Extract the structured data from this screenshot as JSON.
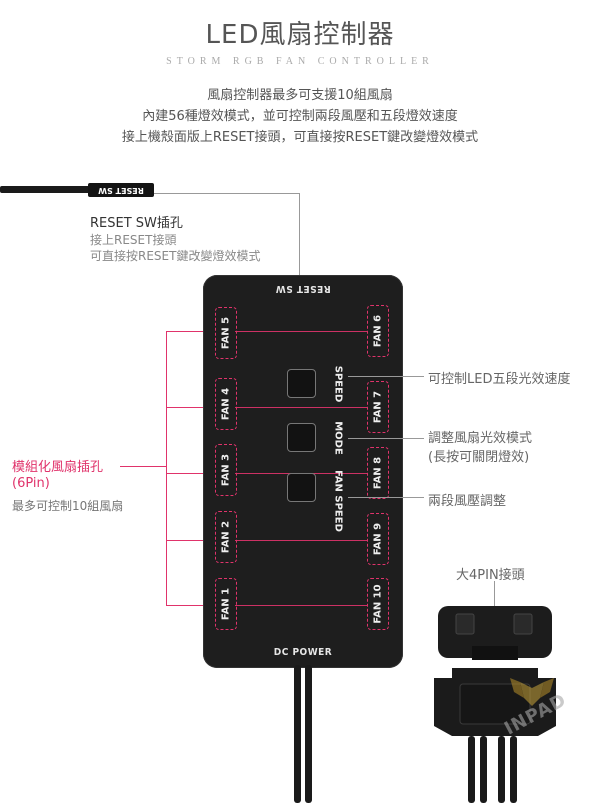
{
  "header": {
    "title": "LED風扇控制器",
    "subtitle": "STORM RGB FAN CONTROLLER",
    "intro": [
      "風扇控制器最多可支援10組風扇",
      "內建56種燈效模式，並可控制兩段風壓和五段燈效速度",
      "接上機殼面版上RESET接頭，可直接按RESET鍵改變燈效模式"
    ]
  },
  "reset_cable": {
    "plug_text": "RESET SW",
    "label": "RESET SW插孔",
    "desc": [
      "接上RESET接頭",
      "可直接按RESET鍵改變燈效模式"
    ]
  },
  "controller": {
    "top_label": "RESET SW",
    "bottom_label": "DC POWER",
    "left_fans": [
      "FAN 5",
      "FAN 4",
      "FAN 3",
      "FAN 2",
      "FAN 1"
    ],
    "right_fans": [
      "FAN 6",
      "FAN 7",
      "FAN 8",
      "FAN 9",
      "FAN 10"
    ],
    "buttons": [
      "SPEED",
      "MODE",
      "FAN SPEED"
    ]
  },
  "fan_header": {
    "label": "模組化風扇插孔",
    "pins": "(6Pin)",
    "desc": "最多可控制10組風扇"
  },
  "callouts": {
    "speed": "可控制LED五段光效速度",
    "mode": [
      "調整風扇光效模式",
      "(長按可關閉燈效)"
    ],
    "fan_speed": "兩段風壓調整"
  },
  "connector": {
    "label": "大4PIN接頭"
  },
  "watermark": {
    "text": "INPAD"
  },
  "colors": {
    "accent": "#e0336b",
    "box": "#1e1e1e"
  }
}
